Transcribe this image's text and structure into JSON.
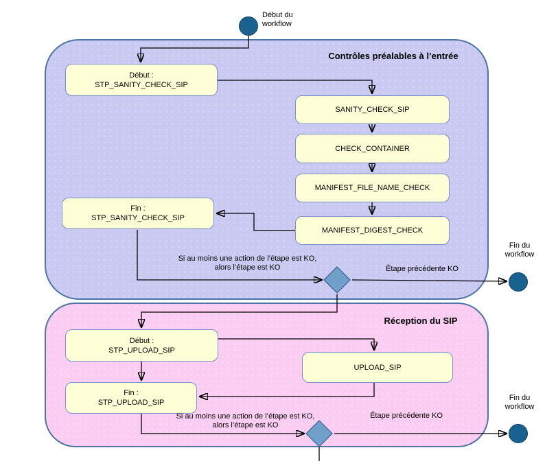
{
  "colors": {
    "group1_fill": "#c9c9f1",
    "group2_fill": "#fbcdf3",
    "group_border": "#4d74a5",
    "task_fill": "#ffffd7",
    "task_border": "#7b8fc9",
    "node_fill": "#19618f",
    "diamond_fill": "#70a0ca",
    "diamond_border": "#2d5986"
  },
  "labels": {
    "start": "Début du\nworkflow",
    "end_top": "Fin du\nworkflow",
    "end_bottom": "Fin du\nworkflow",
    "group1_title": "Contrôles préalables à l’entrée",
    "group2_title": "Réception du SIP",
    "cond_ko_top": "Si au moins une action de l’étape est KO,\nalors l’étape est KO",
    "cond_ko_bottom": "Si au moins une action de l’étape est KO,\nalors l’étape est KO",
    "prev_ko_top": "Étape précédente KO",
    "prev_ko_bottom": "Étape précédente KO"
  },
  "tasks": {
    "debut_sanity": "Début :\nSTP_SANITY_CHECK_SIP",
    "sanity_check_sip": "SANITY_CHECK_SIP",
    "check_container": "CHECK_CONTAINER",
    "manifest_file_name_check": "MANIFEST_FILE_NAME_CHECK",
    "manifest_digest_check": "MANIFEST_DIGEST_CHECK",
    "fin_sanity": "Fin :\nSTP_SANITY_CHECK_SIP",
    "debut_upload": "Début :\nSTP_UPLOAD_SIP",
    "upload_sip": "UPLOAD_SIP",
    "fin_upload": "Fin :\nSTP_UPLOAD_SIP"
  }
}
